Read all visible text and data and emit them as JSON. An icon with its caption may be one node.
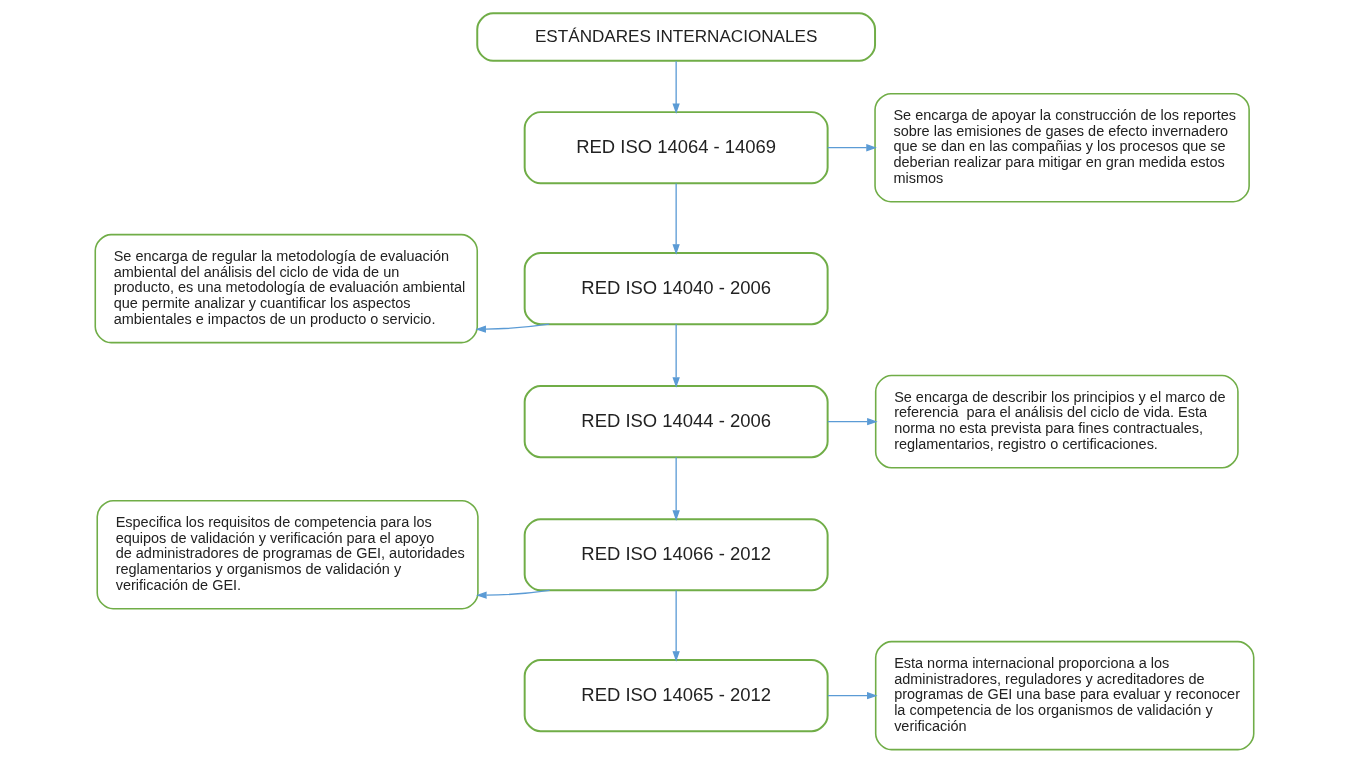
{
  "diagram": {
    "nodes": [
      {
        "text": [
          "ESTÁNDARES INTERNACIONALES"
        ]
      },
      {
        "text": [
          "RED ISO 14064 - 14069"
        ]
      },
      {
        "text": [
          "Se encarga de apoyar la construcción de los reportes sobre las emisiones de gases de efecto invernadero que se dan en las compañias y los procesos que se deberian realizar para mitigar en gran medida estos mismos"
        ]
      },
      {
        "text": [
          "Se encarga de regular la metodología de evaluación ambiental del análisis del ciclo de vida de un producto, es una metodología de evaluación ambiental que permite analizar y cuantificar los aspectos ambientales e impactos de un producto o servicio."
        ]
      },
      {
        "text": [
          "RED ISO 14040 - 2006"
        ]
      },
      {
        "text": [
          "Se encarga de describir los principios y el marco de referencia  para el análisis del ciclo de vida. Esta norma no esta prevista para fines contractuales, reglamentarios, registro o certificaciones."
        ]
      },
      {
        "text": [
          "RED ISO 14044 - 2006"
        ]
      },
      {
        "text": [
          "Especifica los requisitos de competencia para los equipos de validación y verificación para el apoyo de administradores de programas de GEI, autoridades reglamentarios y organismos de validación y verificación de GEI."
        ]
      },
      {
        "text": [
          "RED ISO 14066 - 2012"
        ]
      },
      {
        "text": [
          "Esta norma internacional proporciona a los administradores, reguladores y acreditadores de programas de GEI una base para evaluar y reconocer la competencia de los organismos de validación y verificación"
        ]
      },
      {
        "text": [
          "RED ISO 14065 - 2012"
        ]
      }
    ],
    "edges": [
      {
        "from": 0,
        "to": 1,
        "arrow": "to"
      },
      {
        "from": 1,
        "to": 2,
        "arrow": "to"
      },
      {
        "from": 1,
        "to": 4,
        "arrow": "to"
      },
      {
        "from": 4,
        "to": 3,
        "arrow": "to"
      },
      {
        "from": 4,
        "to": 6,
        "arrow": "to"
      },
      {
        "from": 6,
        "to": 5,
        "arrow": "to"
      },
      {
        "from": 6,
        "to": 8,
        "arrow": "to"
      },
      {
        "from": 8,
        "to": 7,
        "arrow": "to"
      },
      {
        "from": 8,
        "to": 10,
        "arrow": "to"
      },
      {
        "from": 10,
        "to": 9,
        "arrow": "to"
      }
    ]
  }
}
